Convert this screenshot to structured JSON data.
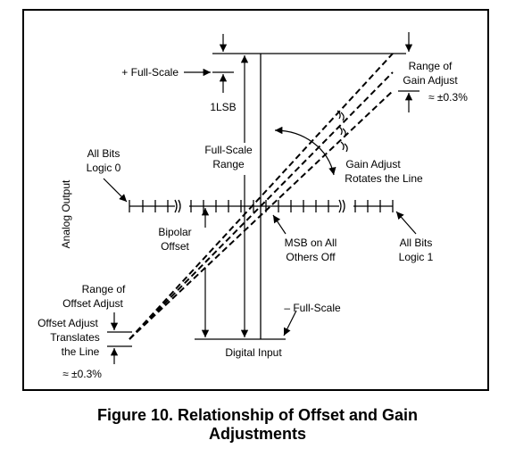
{
  "diagram": {
    "labels": {
      "plus_full_scale": "+ Full-Scale",
      "one_lsb": "1LSB",
      "range_of_gain_adjust_1": "Range of",
      "range_of_gain_adjust_2": "Gain Adjust",
      "gain_pct": "≈ ±0.3%",
      "full_scale_range_1": "Full-Scale",
      "full_scale_range_2": "Range",
      "all_bits_logic0_1": "All Bits",
      "all_bits_logic0_2": "Logic 0",
      "gain_adjust_rotates_1": "Gain Adjust",
      "gain_adjust_rotates_2": "Rotates the Line",
      "analog_output": "Analog Output",
      "bipolar_offset_1": "Bipolar",
      "bipolar_offset_2": "Offset",
      "msb_on_1": "MSB on All",
      "msb_on_2": "Others Off",
      "all_bits_logic1_1": "All Bits",
      "all_bits_logic1_2": "Logic 1",
      "range_of_offset_1": "Range of",
      "range_of_offset_2": "Offset Adjust",
      "minus_full_scale": "– Full-Scale",
      "offset_adjust_1": "Offset Adjust",
      "offset_adjust_2": "Translates",
      "offset_adjust_3": "the Line",
      "offset_pct": "≈ ±0.3%",
      "digital_input": "Digital Input"
    }
  },
  "caption": {
    "line1": "Figure 10. Relationship of Offset and Gain",
    "line2": "Adjustments"
  }
}
